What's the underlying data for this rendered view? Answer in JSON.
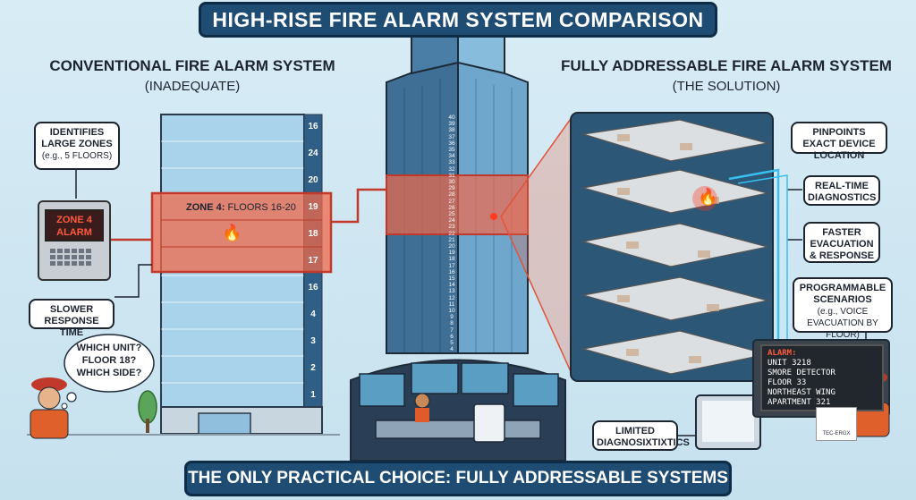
{
  "title": "HIGH-RISE FIRE ALARM SYSTEM COMPARISON",
  "footer": "THE ONLY PRACTICAL CHOICE: FULLY ADDRESSABLE SYSTEMS",
  "left": {
    "heading": "CONVENTIONAL FIRE ALARM SYSTEM",
    "subheading": "(INADEQUATE)",
    "callout_zones_title": "IDENTIFIES LARGE ZONES",
    "callout_zones_note": "(e.g., 5 FLOORS)",
    "panel_line1": "ZONE 4",
    "panel_line2": "ALARM",
    "zone_prefix": "ZONE 4:",
    "zone_floors": "FLOORS 16-20",
    "floor_numbers": [
      "16",
      "24",
      "20",
      "19",
      "18",
      "17",
      "16",
      "4",
      "3",
      "2",
      "1"
    ],
    "callout_slow": "SLOWER RESPONSE TIME",
    "thought_line1": "WHICH UNIT?",
    "thought_line2": "FLOOR 18?",
    "thought_line3": "WHICH SIDE?"
  },
  "tower": {
    "floor_numbers": [
      "40",
      "39",
      "38",
      "37",
      "36",
      "35",
      "34",
      "33",
      "32",
      "31",
      "30",
      "29",
      "28",
      "27",
      "26",
      "25",
      "24",
      "23",
      "22",
      "21",
      "20",
      "19",
      "18",
      "17",
      "16",
      "15",
      "14",
      "13",
      "12",
      "11",
      "10",
      "9",
      "8",
      "7",
      "6",
      "5",
      "4"
    ]
  },
  "right": {
    "heading": "FULLY ADDRESSABLE FIRE ALARM SYSTEM",
    "subheading": "(THE SOLUTION)",
    "callout_pinpoint": "PINPOINTS EXACT DEVICE LOCATION",
    "callout_realtime": "REAL-TIME DIAGNOSTICS",
    "callout_faster": "FASTER EVACUATION & RESPONSE",
    "callout_program_title": "PROGRAMMABLE SCENARIOS",
    "callout_program_note": "(e.g., VOICE EVACUATION BY FLOOR)",
    "callout_limited": "LIMITED DIAGNOSIXTIXTICS",
    "alarm_lines": [
      "ALARM:",
      "UNIT 3218",
      "SMORE DETECTOR",
      "FLOOR 33",
      "NORTHEAST WING",
      "APARTMENT 321"
    ],
    "logo_text": "TEC-ERGX"
  },
  "colors": {
    "banner": "#1f4c73",
    "alert": "#f26a4b",
    "building_glass": "#9cc9e4"
  }
}
